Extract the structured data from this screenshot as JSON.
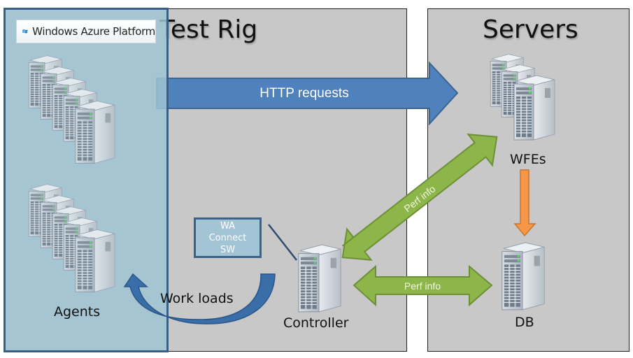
{
  "logo": {
    "icon": "windows-flag-icon",
    "text": "Windows Azure Platform"
  },
  "groups": {
    "test_rig": {
      "title": "Test Rig"
    },
    "servers": {
      "title": "Servers"
    }
  },
  "nodes": {
    "agents": {
      "label": "Agents",
      "icon": "server-stack-icon",
      "count_groups": 2
    },
    "controller": {
      "label": "Controller",
      "icon": "server-icon"
    },
    "wfes": {
      "label": "WFEs",
      "icon": "server-stack-icon"
    },
    "db": {
      "label": "DB",
      "icon": "server-icon"
    },
    "wa_connect": {
      "lines": [
        "WA",
        "Connect",
        "SW"
      ]
    }
  },
  "edges": {
    "http": {
      "label": "HTTP requests",
      "from": "Agents",
      "to": "WFEs",
      "color": "#4f81bd"
    },
    "perf_wfe": {
      "label": "Perf info",
      "from": "WFEs",
      "to": "Controller",
      "color": "#8db64a",
      "bidirectional": true
    },
    "perf_db": {
      "label": "Perf info",
      "from": "DB",
      "to": "Controller",
      "color": "#8db64a",
      "bidirectional": true
    },
    "workloads": {
      "label": "Work loads",
      "from": "Controller",
      "to": "Agents",
      "color": "#3a6ea8"
    },
    "wfe_db": {
      "from": "WFEs",
      "to": "DB",
      "color": "#f79646"
    }
  }
}
